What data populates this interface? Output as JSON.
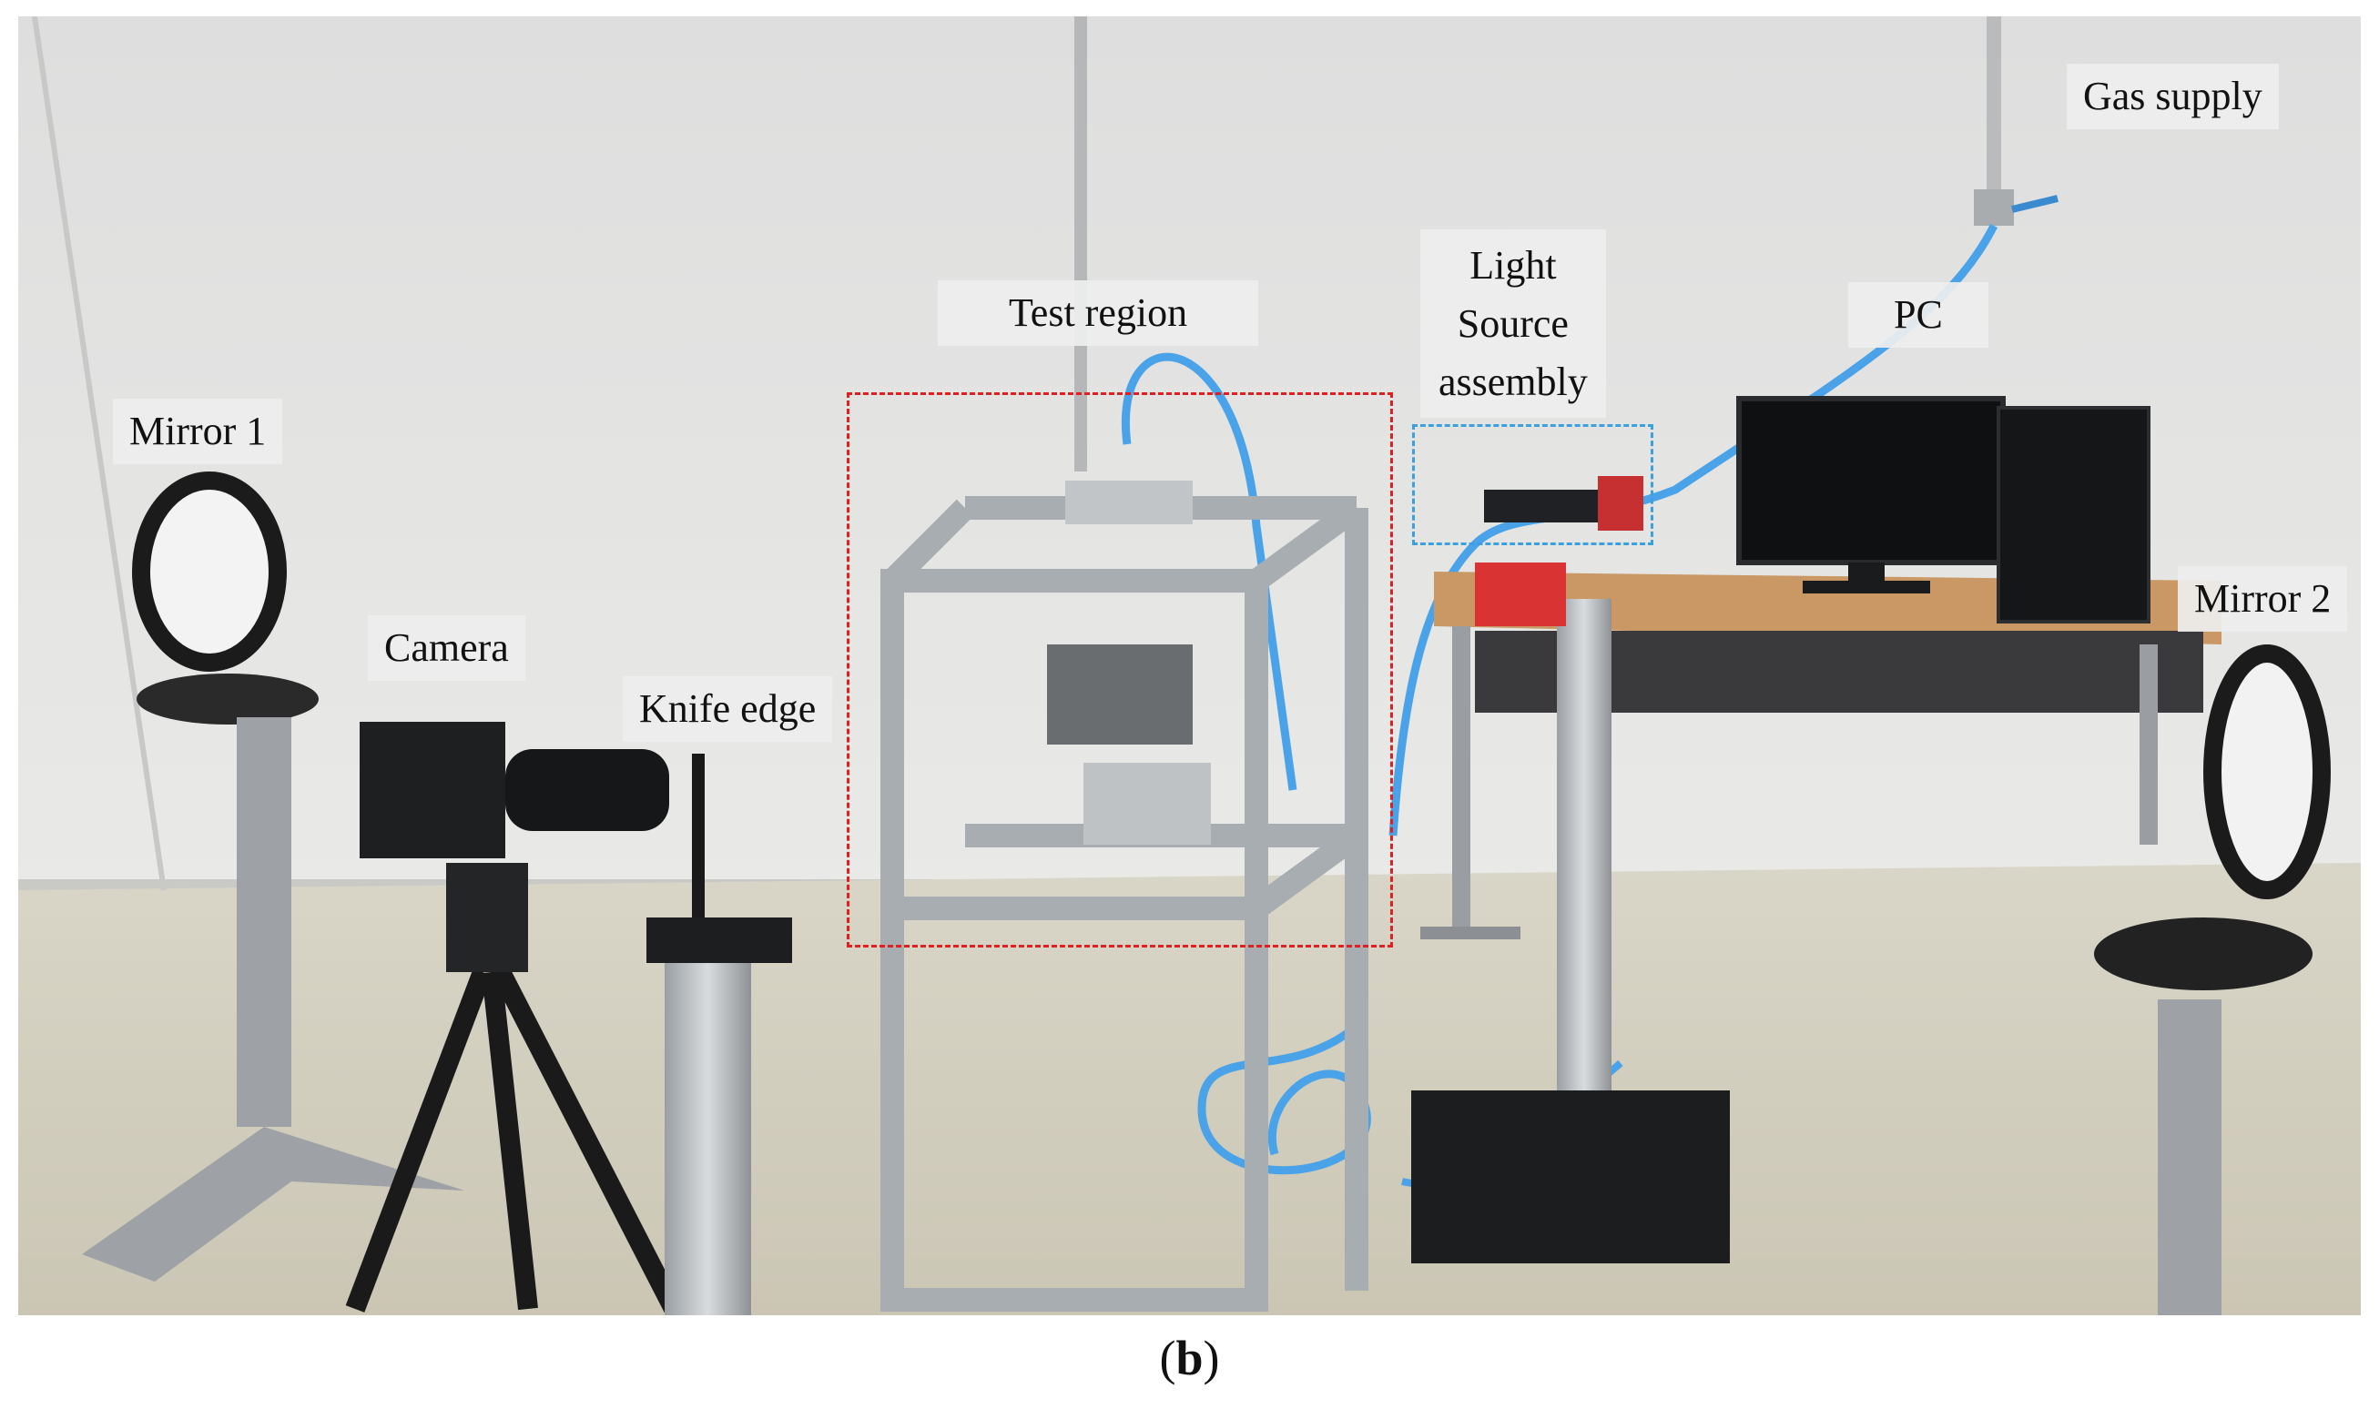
{
  "labels": {
    "gas_supply": "Gas supply",
    "light_source": [
      "Light",
      "Source",
      "assembly"
    ],
    "test_region": "Test region",
    "pc": "PC",
    "mirror1": "Mirror 1",
    "mirror2": "Mirror 2",
    "camera": "Camera",
    "knife_edge": "Knife edge"
  },
  "caption": {
    "open": "(",
    "letter": "b",
    "close": ")"
  },
  "colors": {
    "test_region_box": "#e02020",
    "light_source_box": "#3aa0e0",
    "gas_tube": "#4aa3e8"
  }
}
